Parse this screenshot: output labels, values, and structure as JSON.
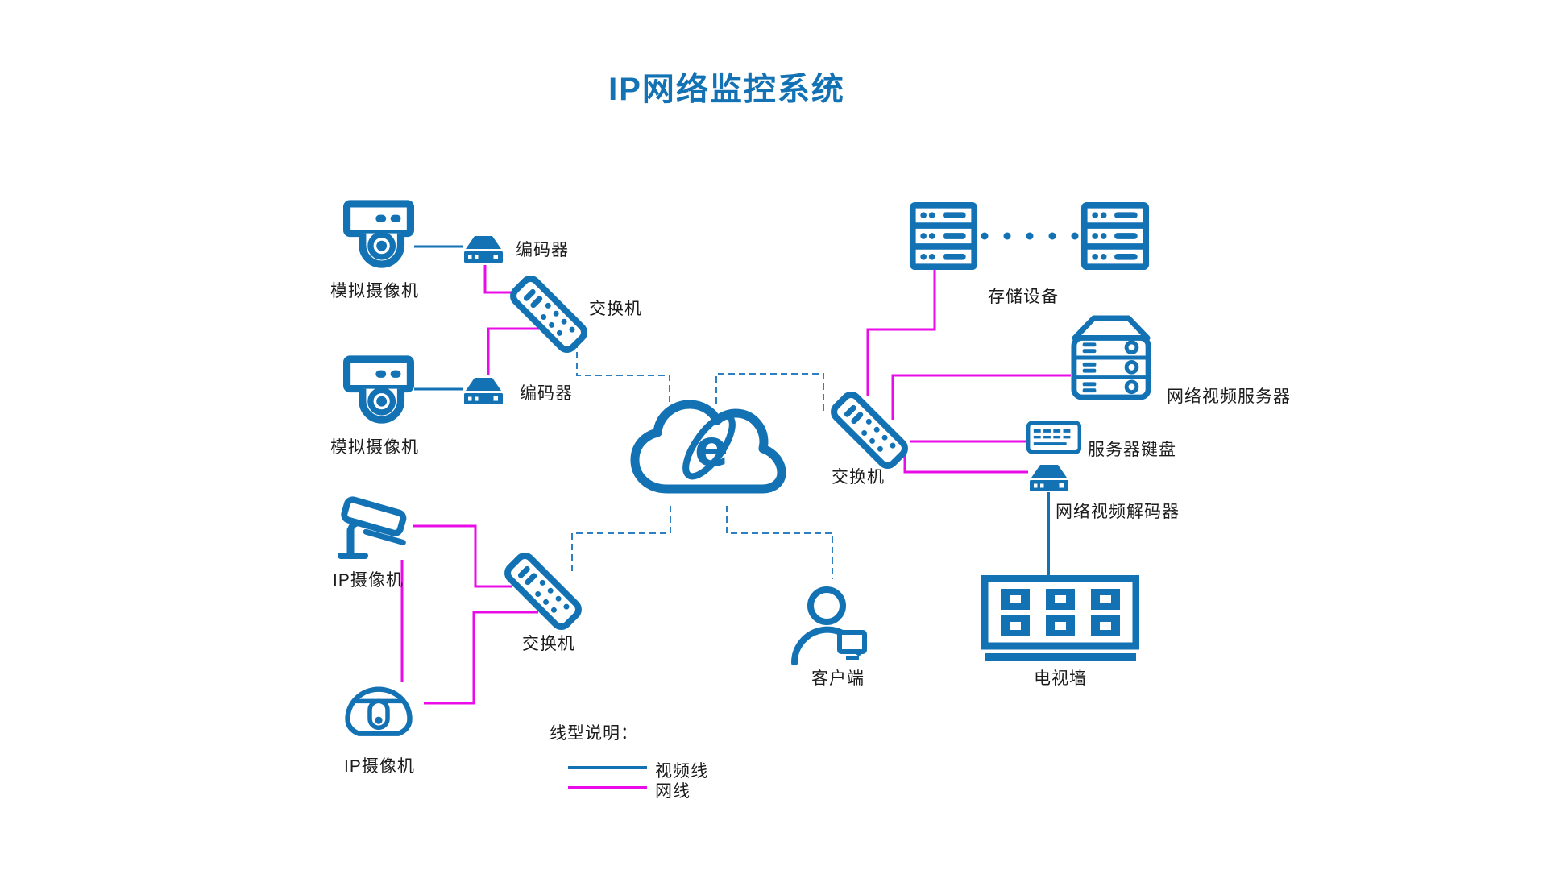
{
  "title": "IP网络监控系统",
  "colors": {
    "primary_blue": "#1272b4",
    "video_line_blue": "#1272b4",
    "network_line_magenta": "#e90ce9",
    "dashed_link_blue": "#2e7fc1",
    "label_text": "#1c1c1c"
  },
  "nodes": {
    "analog_camera_1": {
      "label": "模拟摄像机",
      "icon": "box-camera-icon"
    },
    "encoder_1": {
      "label": "编码器",
      "icon": "encoder-box-icon"
    },
    "switch_1": {
      "label": "交换机",
      "icon": "switch-icon"
    },
    "analog_camera_2": {
      "label": "模拟摄像机",
      "icon": "box-camera-icon"
    },
    "encoder_2": {
      "label": "编码器",
      "icon": "encoder-box-icon"
    },
    "ip_camera_1": {
      "label": "IP摄像机",
      "icon": "bullet-camera-icon"
    },
    "switch_2": {
      "label": "交换机",
      "icon": "switch-icon"
    },
    "ip_camera_2": {
      "label": "IP摄像机",
      "icon": "dome-camera-icon"
    },
    "cloud": {
      "label": "",
      "icon": "internet-cloud-icon"
    },
    "storage": {
      "label": "存储设备",
      "icon": "storage-server-icon"
    },
    "video_server": {
      "label": "网络视频服务器",
      "icon": "rack-server-icon"
    },
    "switch_3": {
      "label": "交换机",
      "icon": "switch-icon"
    },
    "server_keyboard": {
      "label": "服务器键盘",
      "icon": "keyboard-icon"
    },
    "video_decoder": {
      "label": "网络视频解码器",
      "icon": "decoder-box-icon"
    },
    "tv_wall": {
      "label": "电视墙",
      "icon": "tv-wall-icon"
    },
    "client": {
      "label": "客户端",
      "icon": "person-with-monitor-icon"
    }
  },
  "legend": {
    "heading": "线型说明：",
    "items": [
      {
        "label": "视频线",
        "color": "#1272b4",
        "style": "solid"
      },
      {
        "label": "网线",
        "color": "#e90ce9",
        "style": "solid"
      }
    ]
  }
}
